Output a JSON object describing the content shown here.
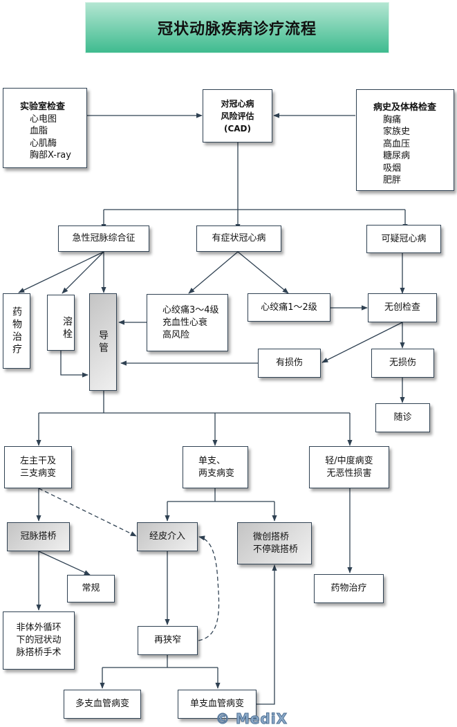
{
  "title": "冠状动脉疾病诊疗流程",
  "colors": {
    "line": "#2f4152",
    "banner_top": "#b3e6d2",
    "banner_bottom": "#3fbb8f",
    "gray_box": "#c4c4c4"
  },
  "lab_exam": {
    "header": "实验室检查",
    "items": [
      "心电图",
      "血脂",
      "心肌酶",
      "胸部X-ray"
    ]
  },
  "history_exam": {
    "header": "病史及体格检查",
    "items": [
      "胸痛",
      "家族史",
      "高血压",
      "糖尿病",
      "吸烟",
      "肥胖"
    ]
  },
  "nodes": {
    "risk": "对冠心病\n风险评估\n(CAD)",
    "acs": "急性冠脉综合征",
    "symptomatic": "有症状冠心病",
    "suspected": "可疑冠心病",
    "drug_vertical": "药物治疗",
    "thrombolysis": "溶栓",
    "catheter": "导管",
    "angina34": "心绞痛3～4级\n充血性心衰\n高风险",
    "angina12": "心绞痛1～2级",
    "noninvasive": "无创检查",
    "damage": "有损伤",
    "no_damage": "无损伤",
    "followup": "随诊",
    "left_main": "左主干及\n三支病变",
    "single_double": "单支、\n两支病变",
    "mild": "轻/中度病变\n无恶性损害",
    "cabg": "冠脉搭桥",
    "pci": "经皮介入",
    "mid_cab": "微创搭桥\n不停跳搭桥",
    "conventional": "常规",
    "opcab": "非体外循环\n下的冠状动\n脉搭桥手术",
    "drug_therapy": "药物治疗",
    "restenosis": "再狭窄",
    "multi_vessel": "多支血管病变",
    "single_vessel": "单支血管病变"
  },
  "watermark": "© MediX"
}
